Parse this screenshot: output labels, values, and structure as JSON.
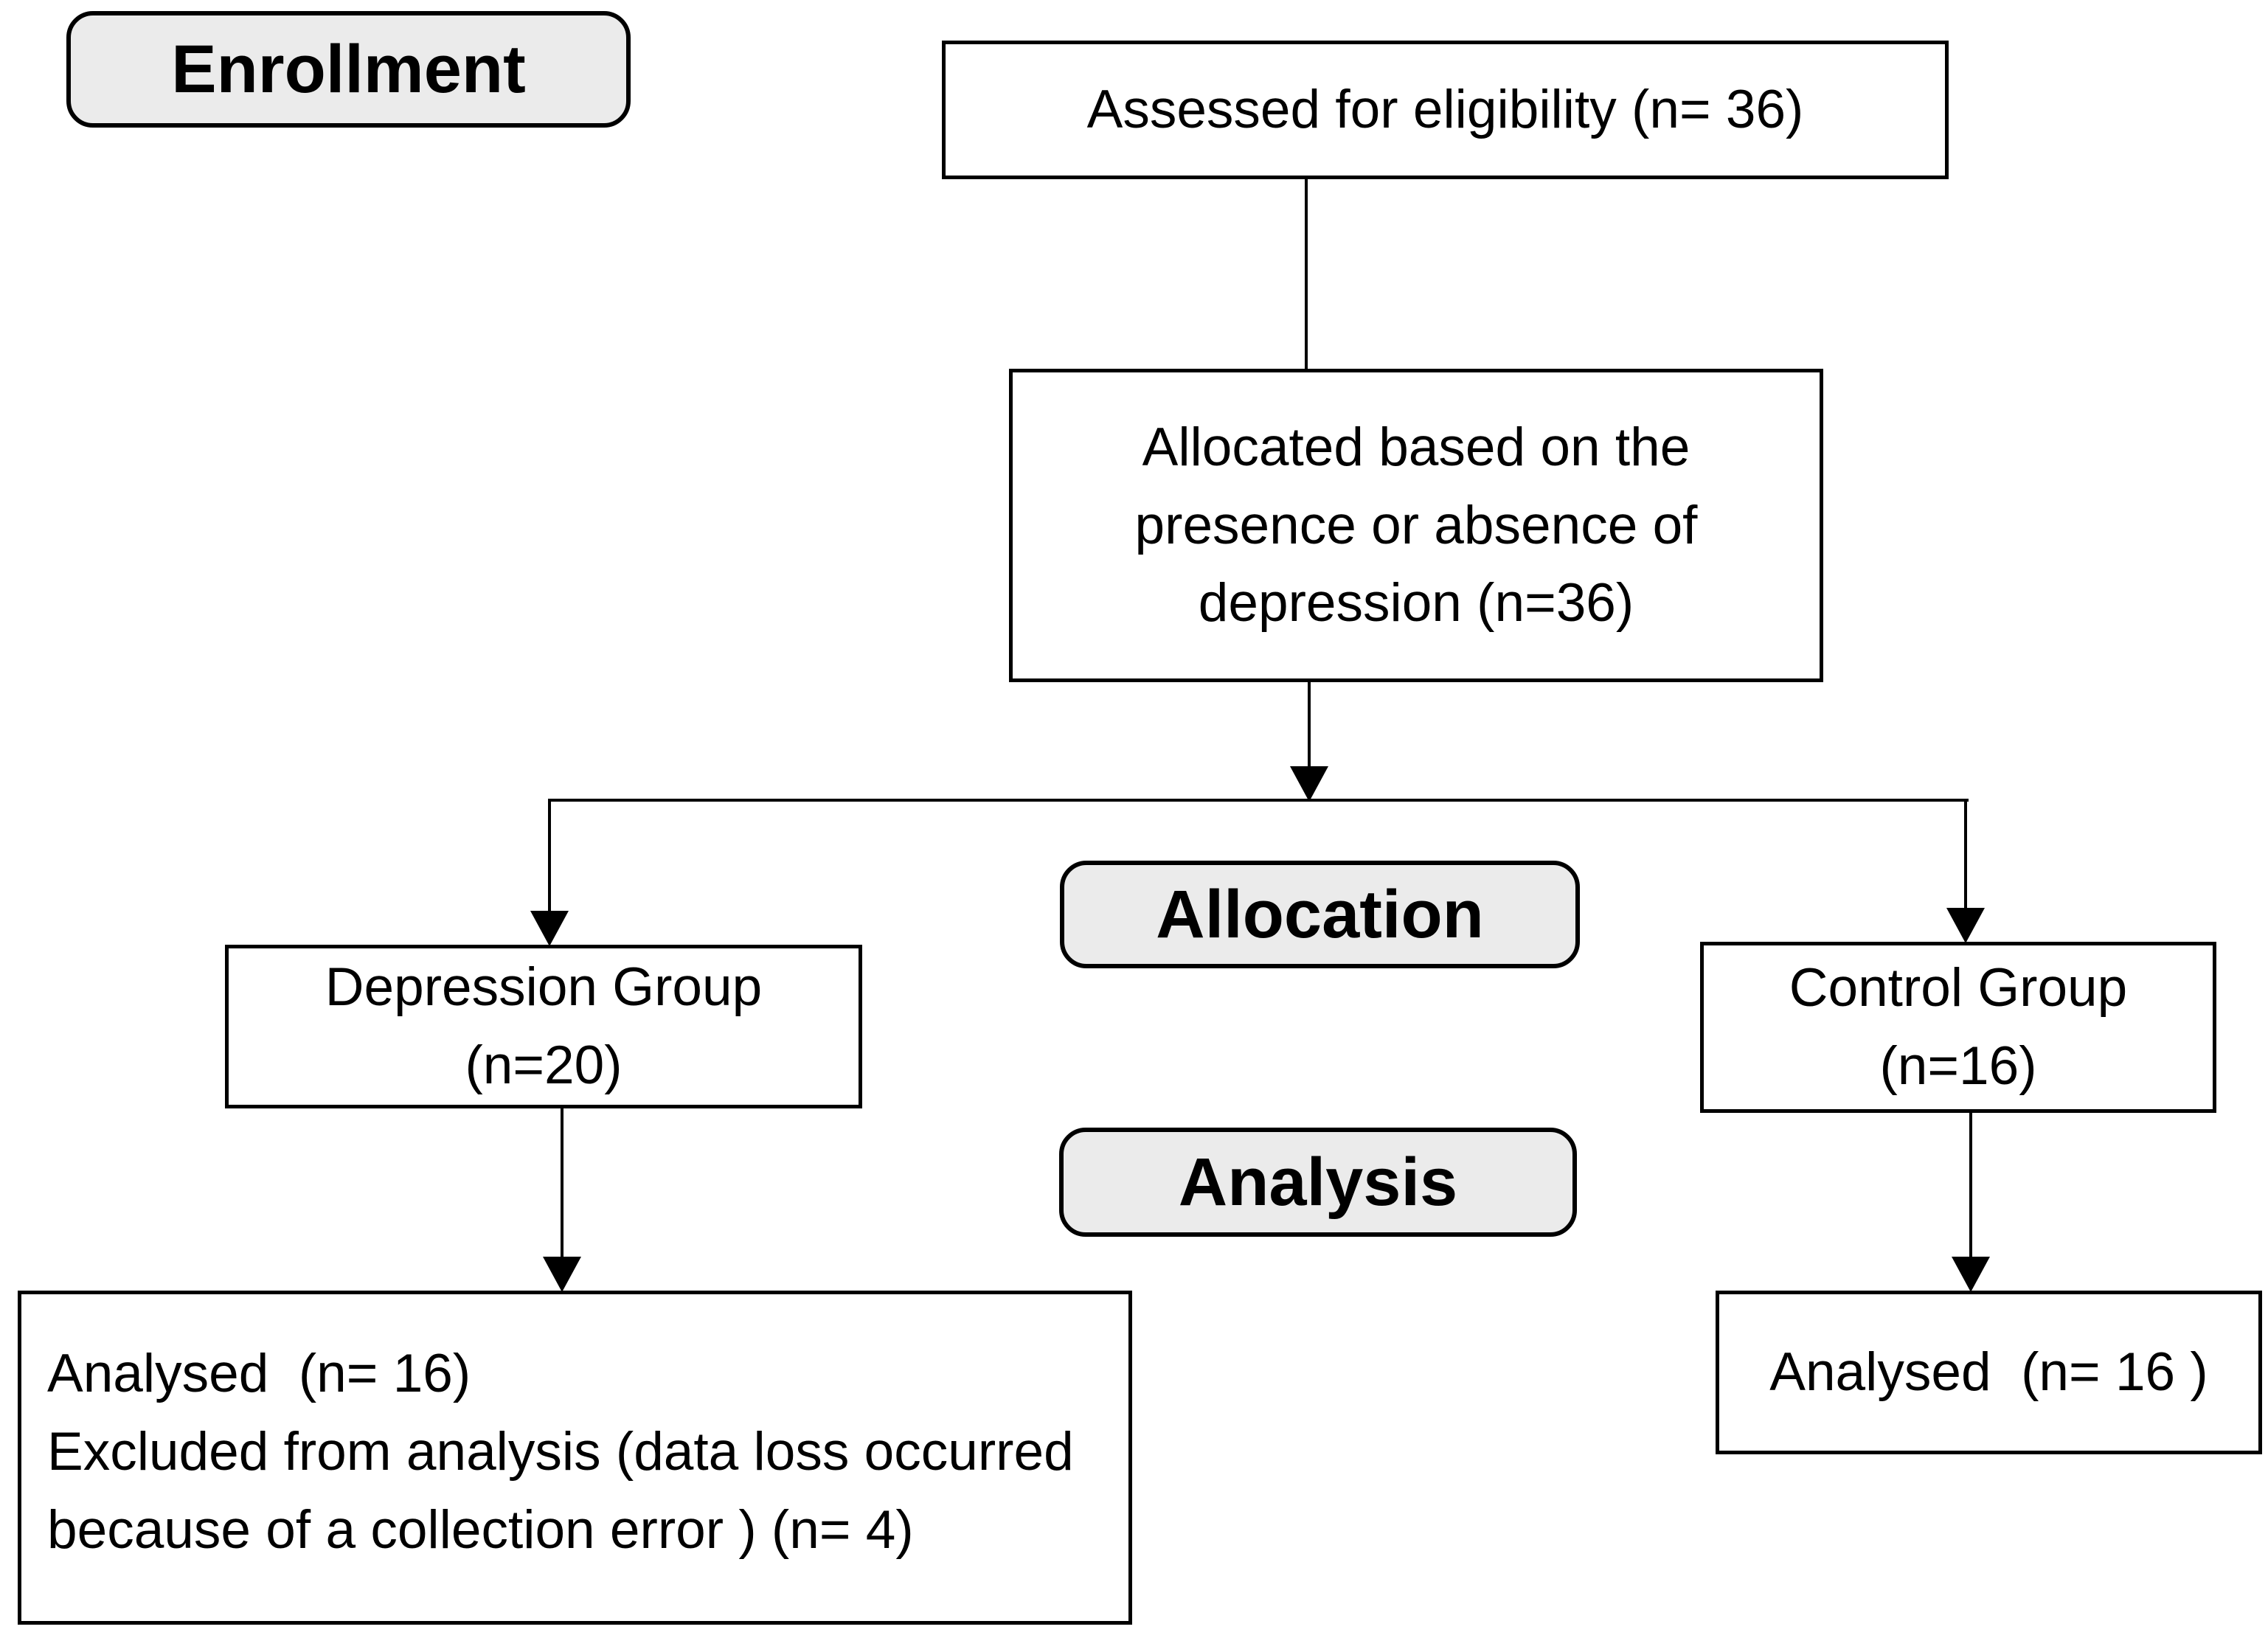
{
  "labels": {
    "enrollment": "Enrollment",
    "allocation": "Allocation",
    "analysis": "Analysis"
  },
  "boxes": {
    "assessed": {
      "line1": "Assessed for eligibility (n= 36)"
    },
    "allocated": {
      "line1": "Allocated based on the",
      "line2": "presence or absence of",
      "line3": "depression (n=36)"
    },
    "depression": {
      "line1": "Depression Group",
      "line2": "(n=20)"
    },
    "control": {
      "line1": "Control Group",
      "line2": "(n=16)"
    },
    "analysed_left": {
      "line1": "Analysed  (n= 16)",
      "line2": "Excluded from analysis (data loss occurred",
      "line3": "because of a collection error ) (n= 4)"
    },
    "analysed_right": {
      "line1": "Analysed  (n= 16 )"
    }
  },
  "colors": {
    "stage_label_fill": "#ebebeb",
    "box_fill": "#ffffff",
    "stroke": "#000000"
  }
}
